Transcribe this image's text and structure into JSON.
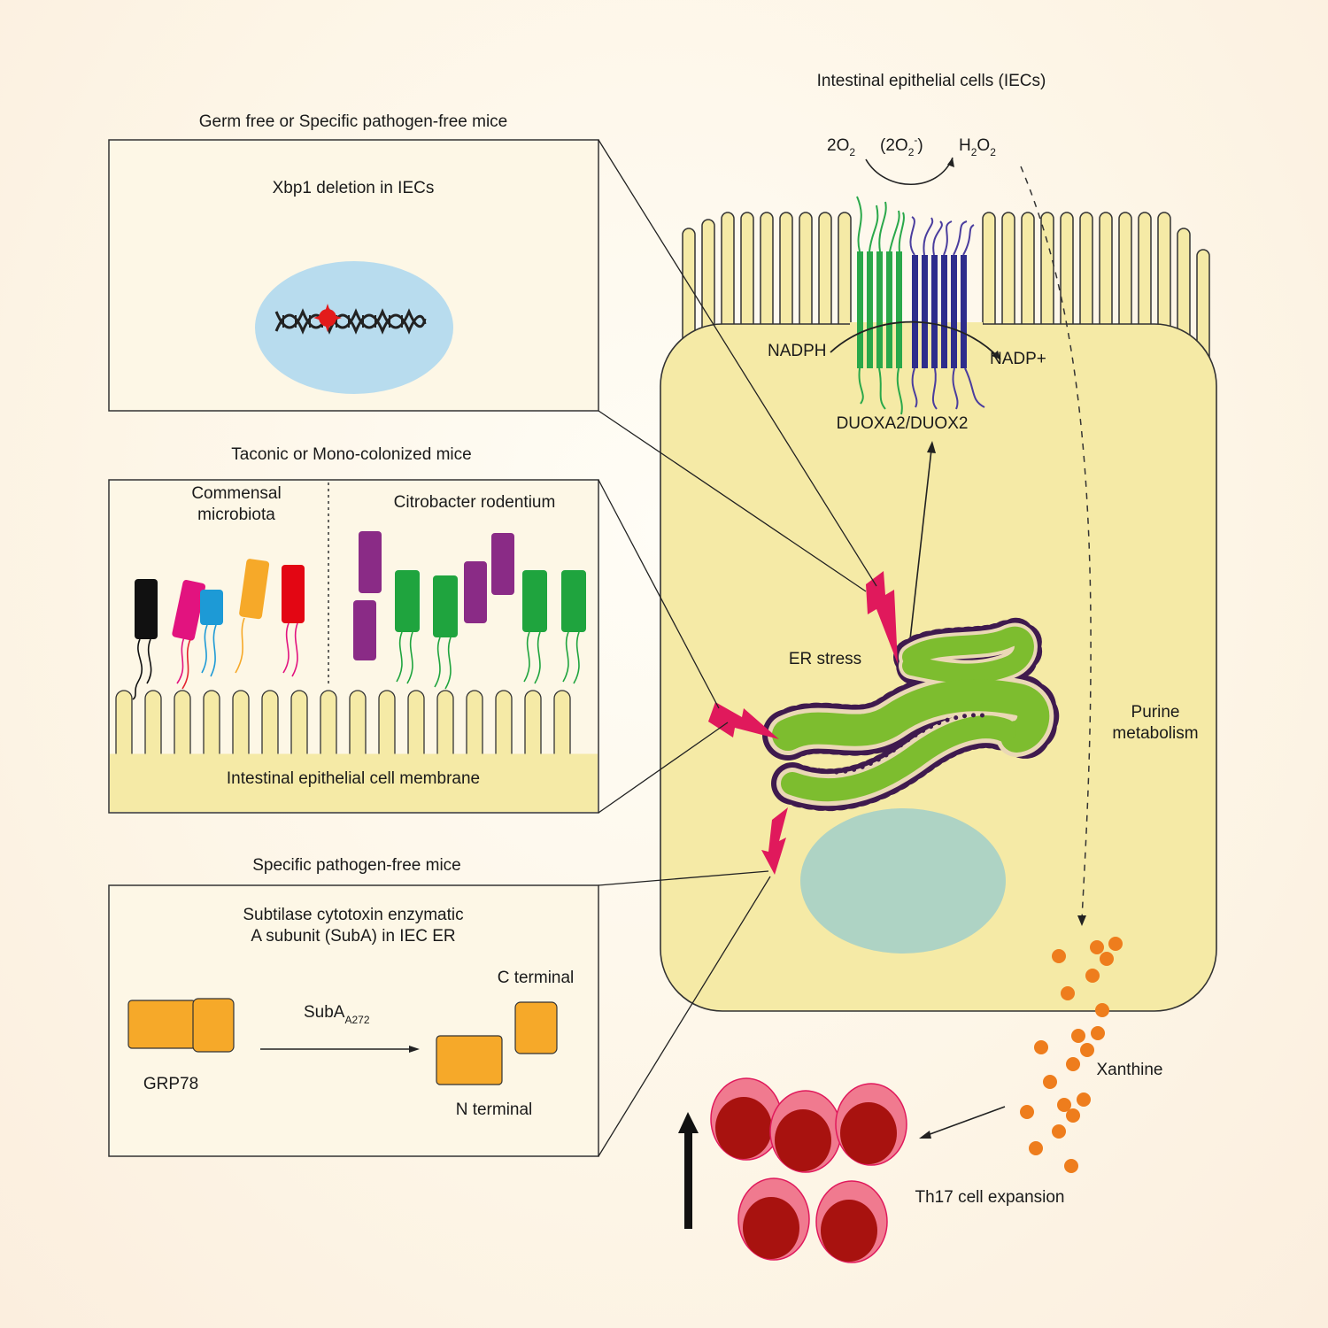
{
  "header": {
    "iec_title": "Intestinal epithelial cells (IECs)",
    "reaction": {
      "o2": "2O",
      "o2_sub": "2",
      "superoxide_open": "(2O",
      "superoxide_sub": "2",
      "superoxide_sup": "-",
      "superoxide_close": ")",
      "h": "H",
      "h_sub": "2",
      "o": "O",
      "o_sub": "2"
    }
  },
  "panel1": {
    "heading": "Germ free or Specific pathogen-free  mice",
    "title": "Xbp1 deletion in IECs"
  },
  "panel2": {
    "heading": "Taconic or Mono-colonized mice",
    "commensal_line1": "Commensal",
    "commensal_line2": "microbiota",
    "citrobacter": "Citrobacter rodentium",
    "membrane": "Intestinal epithelial cell membrane"
  },
  "panel3": {
    "heading": "Specific pathogen-free mice",
    "title_line1": "Subtilase cytotoxin enzymatic",
    "title_line2": "A subunit (SubA) in IEC ER",
    "grp78": "GRP78",
    "suba": "SubA",
    "suba_sub": "A272",
    "c_terminal": "C terminal",
    "n_terminal": "N terminal"
  },
  "cell": {
    "nadph": "NADPH",
    "nadp": "NADP+",
    "duox": "DUOXA2/DUOX2",
    "er_stress": "ER stress",
    "purine_line1": "Purine",
    "purine_line2": "metabolism"
  },
  "outside": {
    "xanthine": "Xanthine",
    "th17": "Th17 cell expansion"
  },
  "colors": {
    "cell_fill": "#f5eaa6",
    "er_green": "#7dbd2f",
    "er_dots": "#3f1a4e",
    "duox_green": "#2aa84a",
    "duox_blue": "#2e2d8c",
    "lightning": "#e0195c",
    "xanthine_orange": "#ee7d1d",
    "grp78_orange": "#f6a929",
    "nucleus": "#aed3c4",
    "blood_red": "#a8120f",
    "blood_pink": "#f07a8f"
  }
}
